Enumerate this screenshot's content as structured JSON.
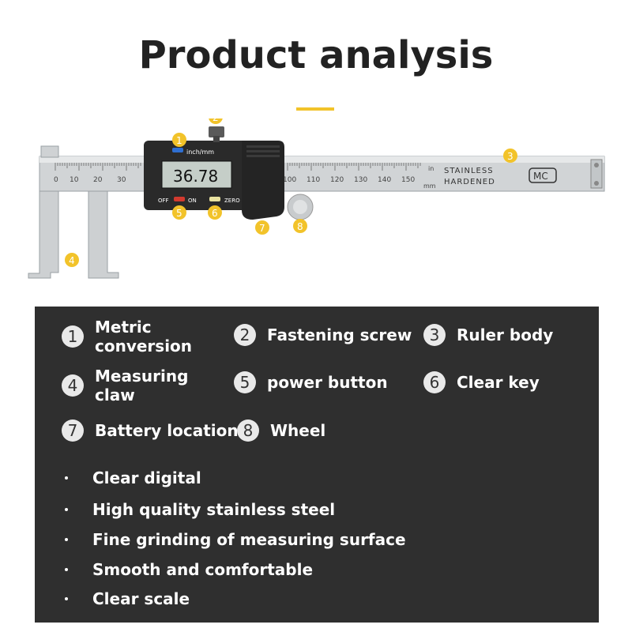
{
  "title": "Product analysis",
  "colors": {
    "accent": "#f2c32a",
    "panel": "#2f2f2f",
    "steel": "#cfd2d4"
  },
  "caliper": {
    "display_value": "36.78",
    "button_top_label": "inch/mm",
    "button_off": "OFF",
    "button_on": "ON",
    "button_zero": "ZERO",
    "stamp_line1": "STAINLESS",
    "stamp_line2": "HARDENED",
    "logo_text": "MC",
    "unit_in": "in",
    "unit_mm": "mm",
    "scale_ticks_left": [
      "0",
      "10",
      "20",
      "30"
    ],
    "scale_ticks_right": [
      "100",
      "110",
      "120",
      "130",
      "140",
      "150"
    ]
  },
  "callouts": [
    "1",
    "2",
    "3",
    "4",
    "5",
    "6",
    "7",
    "8"
  ],
  "features": [
    {
      "num": "1",
      "label": "Metric conversion"
    },
    {
      "num": "2",
      "label": "Fastening screw"
    },
    {
      "num": "3",
      "label": "Ruler body"
    },
    {
      "num": "4",
      "label": "Measuring claw"
    },
    {
      "num": "5",
      "label": "power button"
    },
    {
      "num": "6",
      "label": "Clear key"
    },
    {
      "num": "7",
      "label": "Battery location"
    },
    {
      "num": "8",
      "label": "Wheel"
    }
  ],
  "bullets": [
    "Clear digital",
    "High quality stainless steel",
    "Fine grinding of measuring surface",
    "Smooth and comfortable",
    "Clear scale"
  ]
}
